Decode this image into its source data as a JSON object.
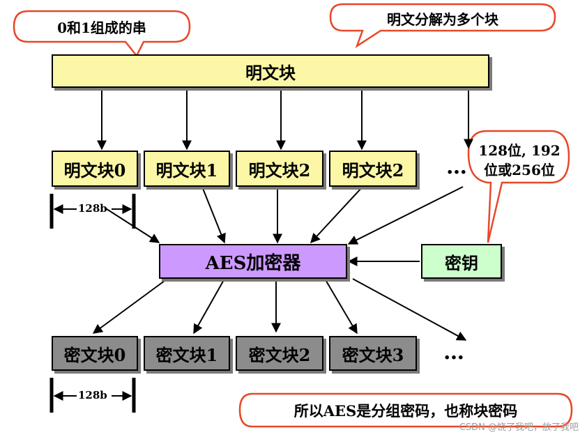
{
  "callouts": {
    "binary_string": "0和1组成的串",
    "split_blocks": "明文分解为多个块",
    "key_size_line1": "128位, 192",
    "key_size_line2": "位或256位",
    "conclusion": "所以AES是分组密码，也称块密码"
  },
  "plaintext": {
    "label": "明文块"
  },
  "plain_blocks": [
    "明文块0",
    "明文块1",
    "明文块2",
    "明文块2"
  ],
  "ellipsis": "…",
  "encryptor": {
    "label": "AES加密器"
  },
  "key": {
    "label": "密钥"
  },
  "cipher_blocks": [
    "密文块0",
    "密文块1",
    "密文块2",
    "密文块3"
  ],
  "block_size_label": "128b",
  "watermark": "CSDN @饶了我吧，放了我吧",
  "colors": {
    "callout_border": "#e8472a",
    "plain_fill": "#fbf7a6",
    "aes_fill": "#cc99ff",
    "key_fill": "#ccffcc",
    "cipher_fill": "#8c8c8c"
  }
}
